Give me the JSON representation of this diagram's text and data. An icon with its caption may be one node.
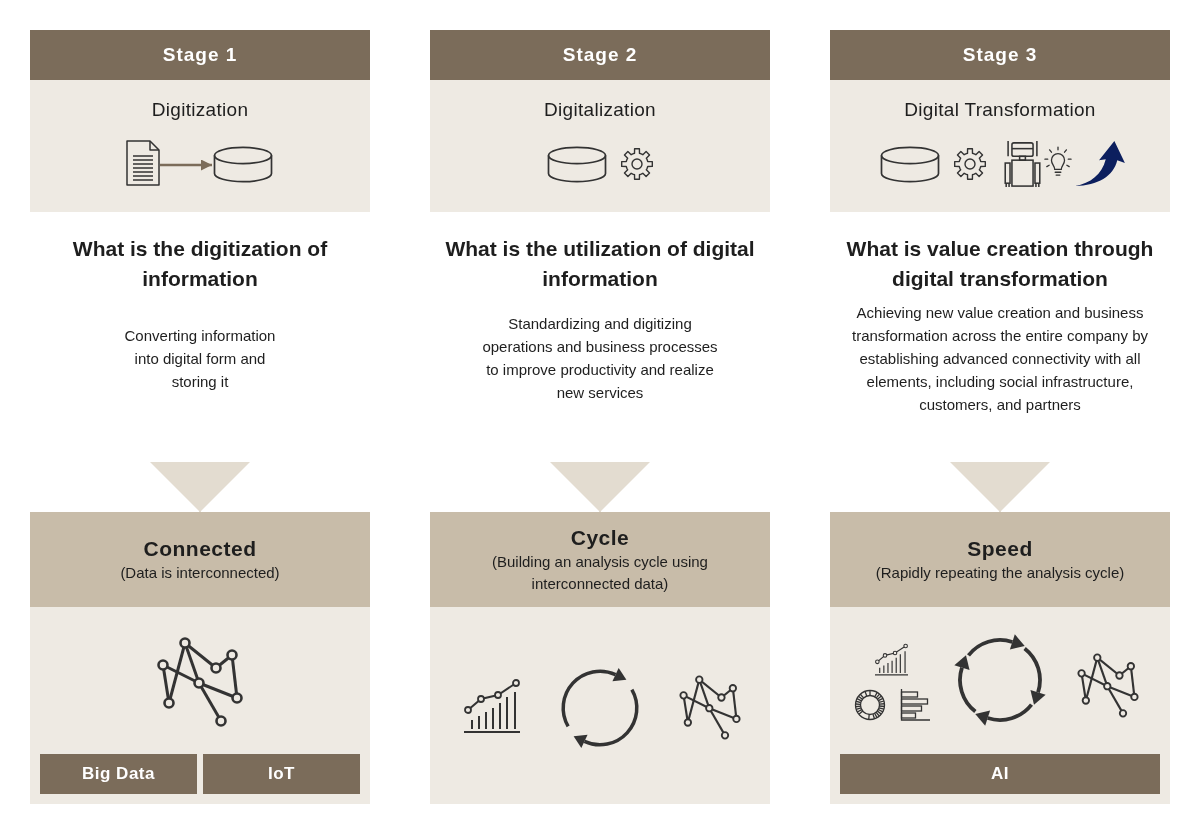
{
  "diagram": {
    "nodes": [
      {
        "text": [
          "Stage 1",
          "Digitization"
        ]
      },
      {
        "text": [],
        "shape": "document",
        "in": 0
      },
      {
        "text": [],
        "shape": "cylinder",
        "in": 0
      },
      {
        "text": [
          "Stage 2",
          "Digitalization"
        ]
      },
      {
        "text": [
          "Stage 3",
          "Digital Transformation"
        ]
      },
      {
        "text": [
          "What is the digitization of information",
          "Converting information into digital form and storing it"
        ]
      },
      {
        "text": [
          "What is the utilization of digital information",
          "Standardizing and digitizing operations and business processes to improve productivity and realize new services"
        ]
      },
      {
        "text": [
          "What is value creation through digital transformation",
          "Achieving new value creation and business transformation across the entire company by establishing advanced connectivity with all elements, including social infrastructure, customers, and partners"
        ]
      },
      {
        "text": [
          "Connected",
          "(Data is interconnected)"
        ]
      },
      {
        "text": [
          "Big Data"
        ],
        "in": 8
      },
      {
        "text": [
          "IoT"
        ],
        "in": 8
      },
      {
        "text": [
          "Cycle",
          "(Building an analysis cycle using interconnected data)"
        ]
      },
      {
        "text": [
          "Speed",
          "(Rapidly repeating the analysis cycle)"
        ]
      },
      {
        "text": [
          "AI"
        ],
        "in": 12
      }
    ],
    "edges": [
      {
        "from": 1,
        "to": 2,
        "arrow": "to",
        "color": "#7b6c5a"
      },
      {
        "from": 5,
        "to": 8,
        "arrow": "to"
      },
      {
        "from": 6,
        "to": 11,
        "arrow": "to"
      },
      {
        "from": 7,
        "to": 12,
        "arrow": "to"
      }
    ]
  }
}
